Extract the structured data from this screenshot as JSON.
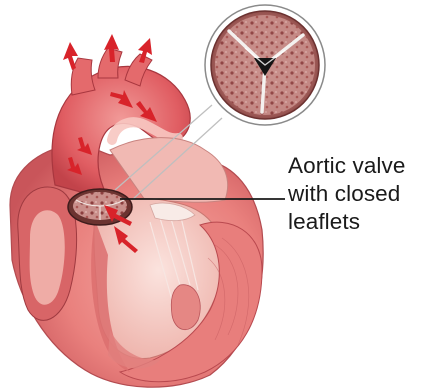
{
  "diagram": {
    "label_lines": [
      "Aortic valve",
      "with closed",
      "leaflets"
    ],
    "icons": [
      "heart-illustration",
      "aortic-valve-detail",
      "blood-flow-arrow"
    ],
    "colors": {
      "tissue": "#e46a6c",
      "tissue_dark": "#b83a40",
      "muscle": "#ee8f8c",
      "inner_cavity": "#f6cfc9",
      "arrow": "#d8232a",
      "leader_line": "#1a1a1a"
    }
  }
}
